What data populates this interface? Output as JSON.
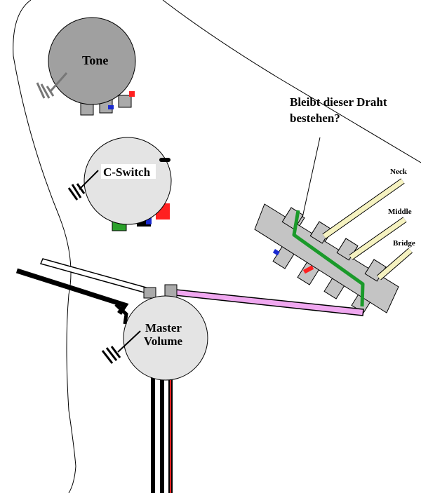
{
  "labels": {
    "tone": "Tone",
    "c_switch": "C-Switch",
    "master_line1": "Master",
    "master_line2": "Volume",
    "neck": "Neck",
    "middle": "Middle",
    "bridge": "Bridge",
    "question_line1": "Bleibt dieser Draht",
    "question_line2": "bestehen?"
  },
  "colors": {
    "pot_tone": "#a0a0a0",
    "pot_light": "#e4e4e4",
    "lug": "#aaaaaa",
    "switch_body": "#c4c4c4",
    "pickup_wire": "#f5f2c0",
    "green_wire": "#1a9a2a",
    "pink_wire": "#f0a8f0",
    "red": "#ff2020",
    "green": "#2aa02a",
    "blue": "#1a2ad0",
    "black": "#000000"
  }
}
